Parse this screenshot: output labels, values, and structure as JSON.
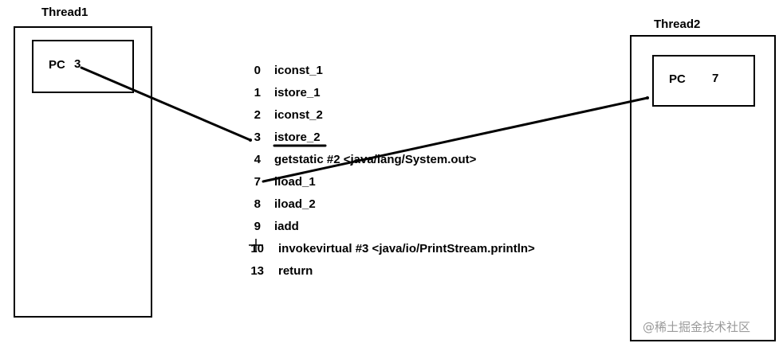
{
  "thread1": {
    "title": "Thread1",
    "pc_label": "PC",
    "pc_value": "3"
  },
  "thread2": {
    "title": "Thread2",
    "pc_label": "PC",
    "pc_value": "7"
  },
  "bytecode": [
    {
      "offset": "0",
      "instruction": "iconst_1"
    },
    {
      "offset": "1",
      "instruction": "istore_1"
    },
    {
      "offset": "2",
      "instruction": "iconst_2"
    },
    {
      "offset": "3",
      "instruction": "istore_2"
    },
    {
      "offset": "4",
      "instruction": "getstatic #2 <java/lang/System.out>"
    },
    {
      "offset": "7",
      "instruction": "iload_1"
    },
    {
      "offset": "8",
      "instruction": "iload_2"
    },
    {
      "offset": "9",
      "instruction": "iadd"
    },
    {
      "offset": "10",
      "instruction": "invokevirtual #3 <java/io/PrintStream.println>"
    },
    {
      "offset": "13",
      "instruction": "return"
    }
  ],
  "watermark": "@稀土掘金技术社区"
}
